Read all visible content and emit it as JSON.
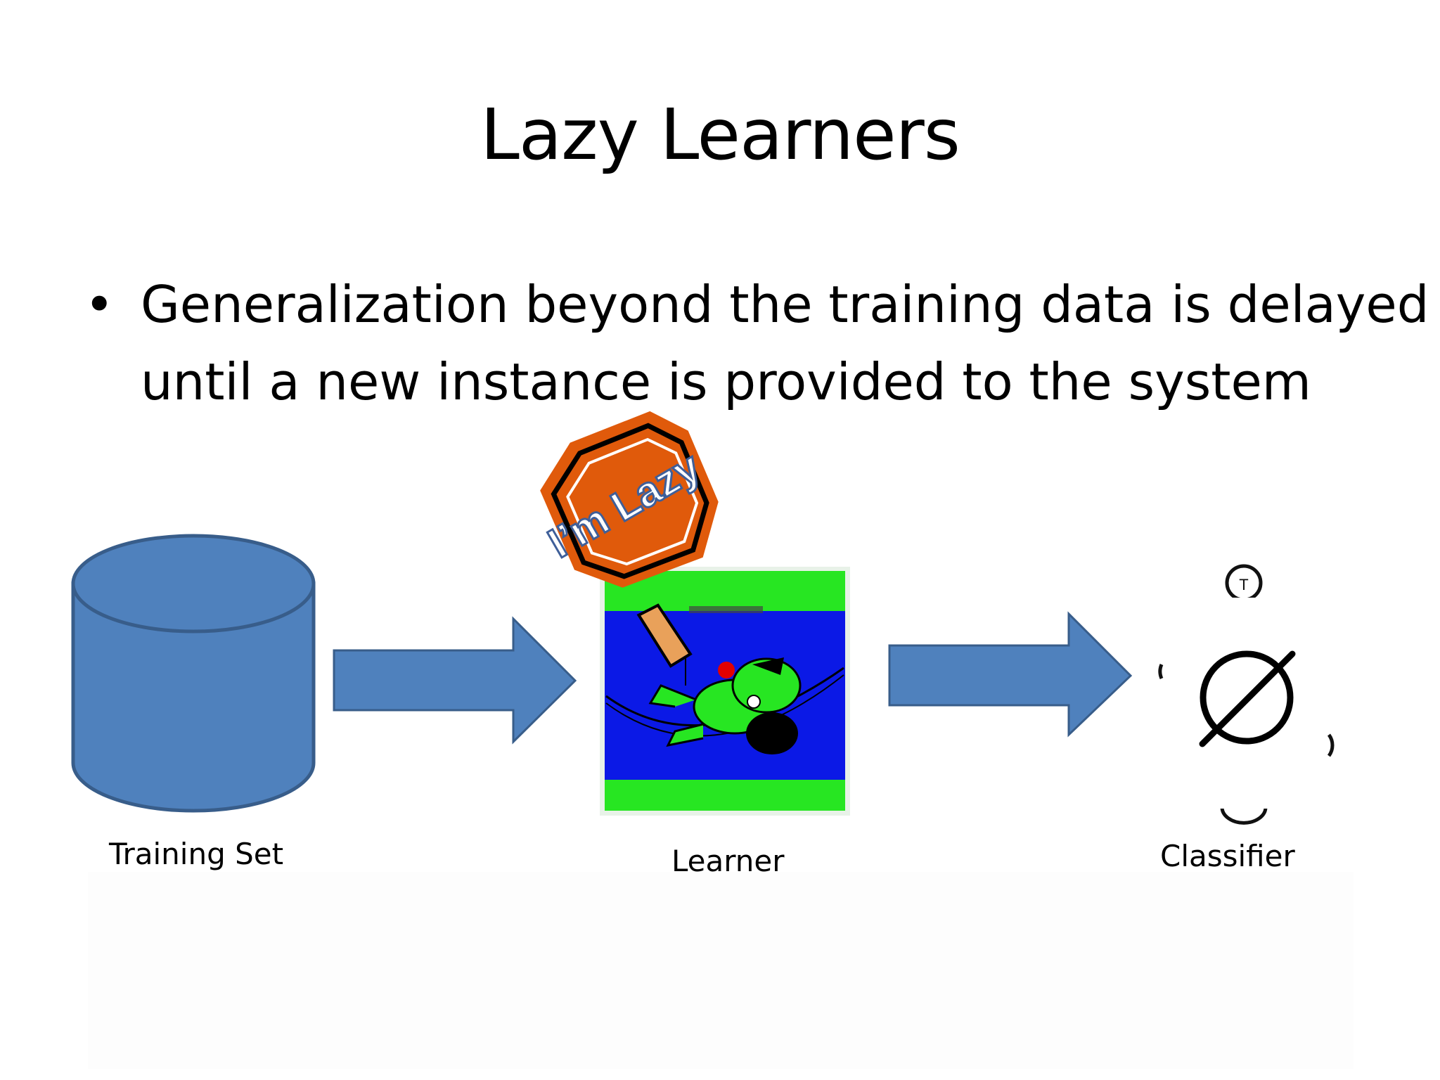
{
  "slide": {
    "title": "Lazy Learners",
    "bullet": "Generalization beyond the training data is delayed until a new instance is provided to the system"
  },
  "diagram": {
    "training_set_label": "Training Set",
    "learner_label": "Learner",
    "classifier_label": "Classifier",
    "sign_text": "I’m Lazy",
    "classifier_symbol": "∅",
    "ring_letter": "T"
  },
  "colors": {
    "database_fill": "#4f81bd",
    "database_stroke": "#385d8a",
    "arrow_fill": "#4f81bd",
    "sign_orange": "#e05a0b",
    "sign_handle": "#e9a15a",
    "learner_blue": "#0b19e6",
    "learner_green": "#22e61e"
  },
  "icons": [
    "database-icon",
    "arrow-right-icon",
    "lazy-sign-icon",
    "hammock-figure-icon",
    "empty-set-icon"
  ]
}
